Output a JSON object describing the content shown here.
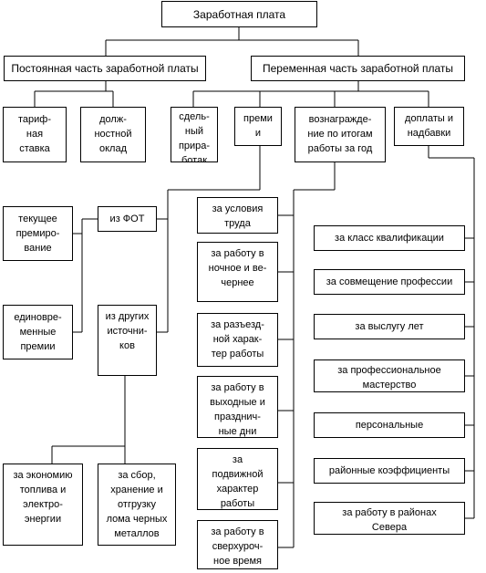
{
  "root": "Заработная плата",
  "fixed": {
    "title": "Постоянная часть заработной платы",
    "tariff": [
      "тариф-",
      "ная",
      "ставка"
    ],
    "salary": [
      "долж-",
      "ностной",
      "оклад"
    ]
  },
  "variable": {
    "title": "Переменная часть заработной платы",
    "piece": [
      "сдель-",
      "ный",
      "прира-",
      "ботак"
    ],
    "bonuses": [
      "преми",
      "и"
    ],
    "annual": [
      "вознагражде-",
      "ние по итогам",
      "работы за год"
    ],
    "surcharges": [
      "доплаты и",
      "надбавки"
    ]
  },
  "premiums": {
    "current": [
      "текущее",
      "премиро-",
      "вание"
    ],
    "one_time": [
      "единовре-",
      "менные",
      "премии"
    ],
    "fot": [
      "из ФОТ"
    ],
    "other": [
      "из других",
      "источни-",
      "ков"
    ],
    "fuel": [
      "за экономию",
      "топлива и",
      "электро-",
      "энергии"
    ],
    "scrap": [
      "за сбор,",
      "хранение и",
      "отгрузку",
      "лома черных",
      "металлов"
    ]
  },
  "conditions": [
    [
      "за условия",
      "труда"
    ],
    [
      "за работу в",
      "ночное и ве-",
      "чернее"
    ],
    [
      "за разъезд-",
      "ной харак-",
      "тер работы"
    ],
    [
      "за работу в",
      "выходные и",
      "празднич-",
      "ные дни"
    ],
    [
      "за",
      "подвижной",
      "характер",
      "работы"
    ],
    [
      "за работу в",
      "сверхуроч-",
      "ное время"
    ]
  ],
  "allowances": [
    [
      "за класс квалификации"
    ],
    [
      "за совмещение профессии"
    ],
    [
      "за выслугу лет"
    ],
    [
      "за профессиональное",
      "мастерство"
    ],
    [
      "персональные"
    ],
    [
      "районные коэффициенты"
    ],
    [
      "за работу в районах",
      "Севера"
    ]
  ]
}
